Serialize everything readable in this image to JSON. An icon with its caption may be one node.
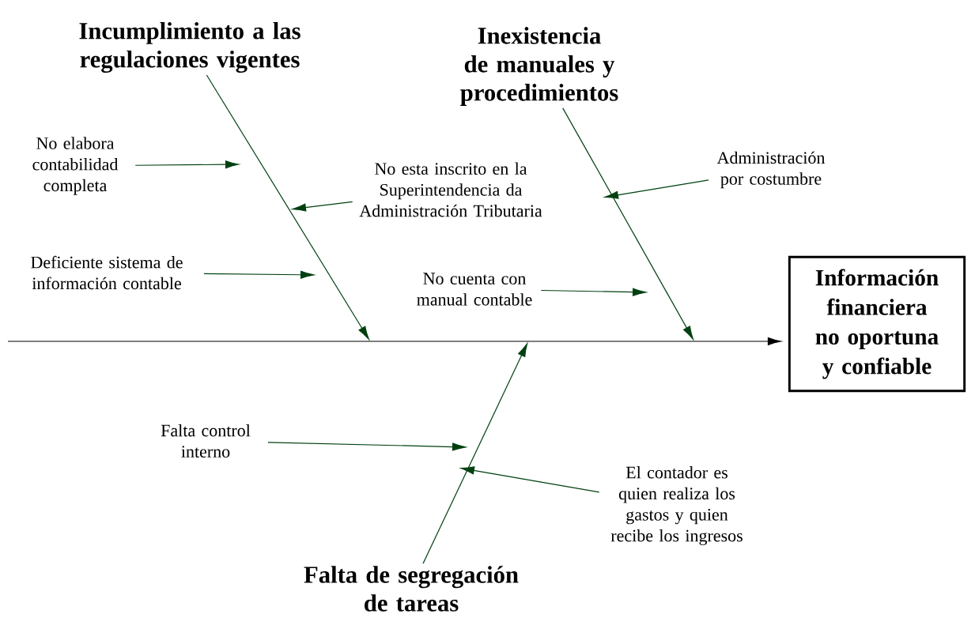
{
  "diagram": {
    "nodes": [
      {
        "text": [
          "Información financiera no oportuna y confiable"
        ]
      },
      {
        "text": [
          "Incumplimiento a las regulaciones vigentes"
        ]
      },
      {
        "text": [
          "Inexistencia de manuales y procedimientos"
        ]
      },
      {
        "text": [
          "Falta de segregación de tareas"
        ]
      },
      {
        "text": [
          "No elabora contabilidad completa"
        ]
      },
      {
        "text": [
          "No esta inscrito en la Superintendencia da Administración Tributaria"
        ]
      },
      {
        "text": [
          "Deficiente sistema de información contable"
        ]
      },
      {
        "text": [
          "Administración por costumbre"
        ]
      },
      {
        "text": [
          "No cuenta con manual contable"
        ]
      },
      {
        "text": [
          "Falta control interno"
        ]
      },
      {
        "text": [
          "El contador es quien realiza los gastos y quien recibe los ingresos"
        ]
      }
    ],
    "edges": [
      {
        "from": null,
        "to": 0,
        "arrow": "to",
        "color": "#000000"
      },
      {
        "from": 1,
        "to": null,
        "arrow": "to"
      },
      {
        "from": 2,
        "to": null,
        "arrow": "to"
      },
      {
        "from": 3,
        "to": null,
        "arrow": "to"
      },
      {
        "from": 4,
        "to": null,
        "arrow": "to"
      },
      {
        "from": 5,
        "to": null,
        "arrow": "to"
      },
      {
        "from": 6,
        "to": null,
        "arrow": "to"
      },
      {
        "from": 7,
        "to": null,
        "arrow": "to"
      },
      {
        "from": 8,
        "to": null,
        "arrow": "to"
      },
      {
        "from": 9,
        "to": null,
        "arrow": "to"
      },
      {
        "from": 10,
        "to": null,
        "arrow": "to"
      }
    ]
  }
}
